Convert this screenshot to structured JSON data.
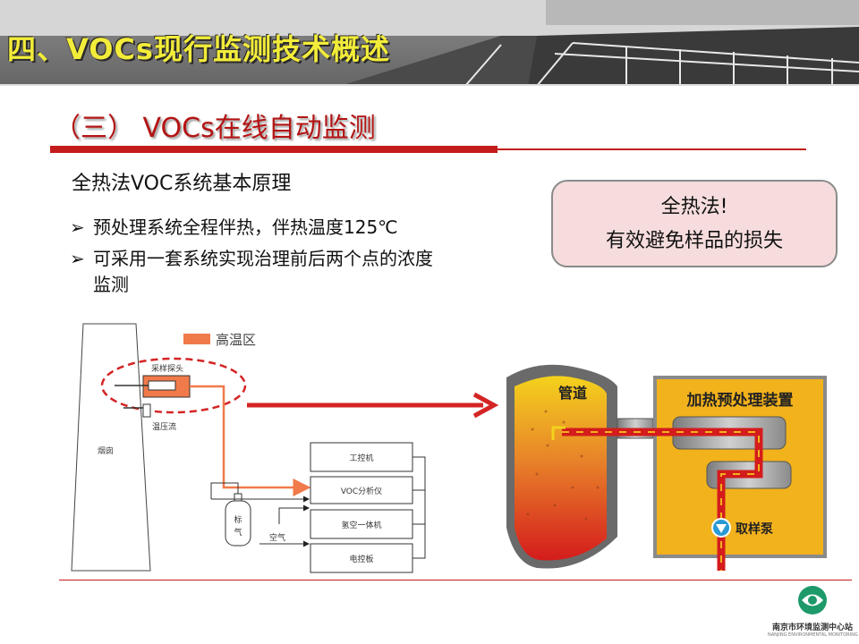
{
  "header": {
    "title": "四、VOCs现行监测技术概述"
  },
  "section": {
    "title": "（三） VOCs在线自动监测"
  },
  "subtitle": "全热法VOC系统基本原理",
  "bullets": [
    {
      "mark": "➢",
      "text": "预处理系统全程伴热，伴热温度125℃"
    },
    {
      "mark": "➢",
      "line1": "可采用一套系统实现治理前后两个点的浓度",
      "line2": "监测"
    }
  ],
  "callout": {
    "line1": "全热法!",
    "line2": "有效避免样品的损失"
  },
  "schematic": {
    "legend": "高温区",
    "probe": "采样探头",
    "pressure": "温压流",
    "chimney": "烟囱",
    "gas_bottle": [
      "标",
      "气"
    ],
    "air": "空气",
    "boxes": [
      "工控机",
      "VOC分析仪",
      "氢空一体机",
      "电控板"
    ]
  },
  "illustration": {
    "pipe": "管道",
    "unit": "加热预处理装置",
    "pump": "取样泵"
  },
  "logo": {
    "name": "南京市环境监测中心站",
    "sub": "NANJING ENVIRONMENTAL MONITORING CENTER"
  },
  "colors": {
    "accent_red": "#c41c1c",
    "title_yellow": "#f2ec3a",
    "hot_zone": "#f07a4a",
    "unit_yellow": "#f2b21c"
  }
}
